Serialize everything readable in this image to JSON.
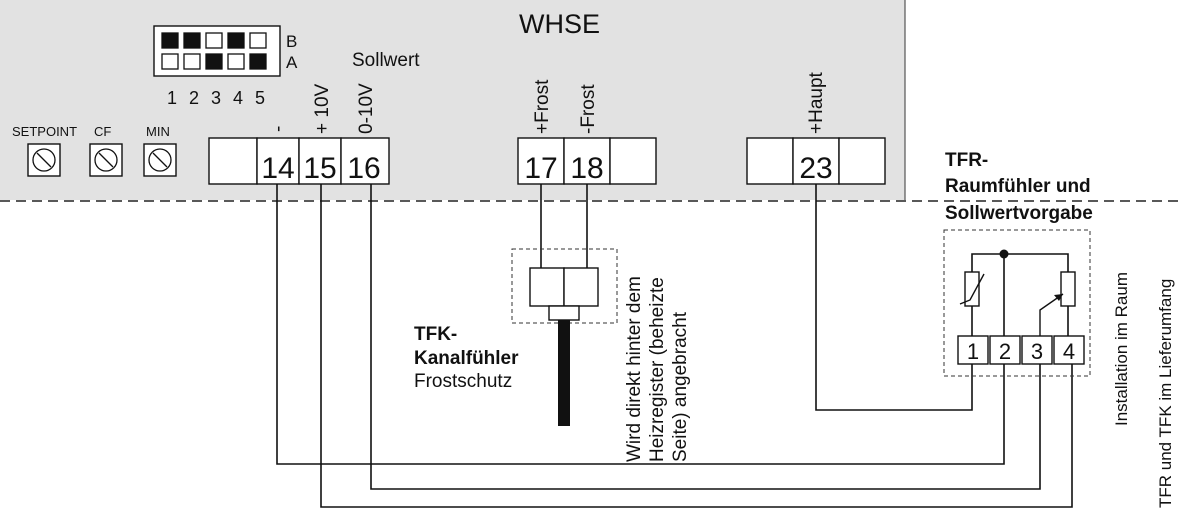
{
  "device": {
    "title": "WHSE",
    "dip": {
      "row_b_label": "B",
      "row_a_label": "A",
      "row_b": [
        true,
        true,
        false,
        true,
        false
      ],
      "row_a": [
        false,
        false,
        true,
        false,
        true
      ],
      "numbers": [
        "1",
        "2",
        "3",
        "4",
        "5"
      ]
    },
    "sollwert": "Sollwert",
    "pots": [
      "SETPOINT",
      "CF",
      "MIN"
    ],
    "labels": {
      "minus": "-",
      "plus10v": "+ 10V",
      "v010": "0-10V",
      "frost_plus": "+Frost",
      "frost_minus": "-Frost",
      "haupt": "+Haupt"
    },
    "terminals": {
      "t14": "14",
      "t15": "15",
      "t16": "16",
      "t17": "17",
      "t18": "18",
      "t23": "23"
    }
  },
  "tfk": {
    "title1": "TFK-",
    "title2": "Kanalfühler",
    "subtitle": "Frostschutz",
    "note1": "Wird direkt hinter dem",
    "note2": "Heizregister (beheizte",
    "note3": "Seite) angebracht"
  },
  "tfr": {
    "title1": "TFR-",
    "title2": "Raumfühler und",
    "title3": "Sollwertvorgabe",
    "terminals": [
      "1",
      "2",
      "3",
      "4"
    ],
    "install": "Installation im Raum"
  },
  "footnote": "TFR und TFK im Lieferumfang"
}
